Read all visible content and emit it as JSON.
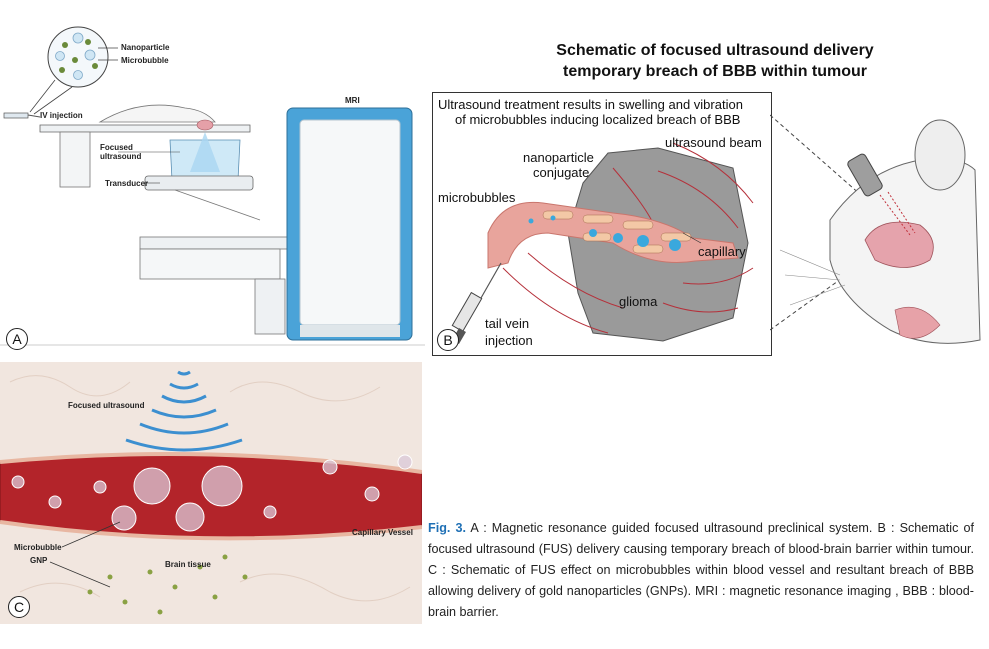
{
  "panel_a": {
    "letter": "A",
    "labels": {
      "nanoparticle": "Nanoparticle",
      "microbubble": "Microbubble",
      "iv_injection": "IV injection",
      "focused_ultrasound": "Focused\nultrasound",
      "transducer": "Transducer",
      "mri": "MRI"
    }
  },
  "panel_b": {
    "letter": "B",
    "title_line1": "Schematic of focused ultrasound delivery",
    "title_line2": "temporary breach of BBB within tumour",
    "box_text_line1": "Ultrasound treatment results in swelling and vibration",
    "box_text_line2": "of microbubbles inducing localized breach of BBB",
    "labels": {
      "ultrasound_beam": "ultrasound beam",
      "nanoparticle_line1": "nanoparticle",
      "nanoparticle_line2": "conjugate",
      "microbubbles": "microbubbles",
      "capillary": "capillary",
      "glioma": "glioma",
      "tail_vein_line1": "tail vein",
      "tail_vein_line2": "injection"
    }
  },
  "panel_c": {
    "letter": "C",
    "labels": {
      "focused_ultrasound": "Focused ultrasound",
      "capillary_vessel": "Capillary Vessel",
      "microbubble": "Microbubble",
      "gnp": "GNP",
      "brain_tissue": "Brain tissue"
    }
  },
  "caption": {
    "fig_label": "Fig. 3.",
    "text": " A : Magnetic resonance guided focused ultrasound preclinical system. B : Schematic of focused ultrasound (FUS) delivery causing temporary breach of blood-brain barrier within tumour. C : Schematic of FUS effect on microbubbles within blood vessel and resultant breach of BBB allowing delivery of gold nanoparticles (GNPs). MRI : magnetic resonance imaging , BBB : blood-brain barrier."
  },
  "colors": {
    "caption_accent": "#1f70b5",
    "mri_blue": "#4aa3d8",
    "vessel_red": "#b3242a",
    "tissue_pink": "#f1e6df",
    "capillary_pink": "#e8a49c",
    "glioma_gray": "#9a9a9a"
  }
}
